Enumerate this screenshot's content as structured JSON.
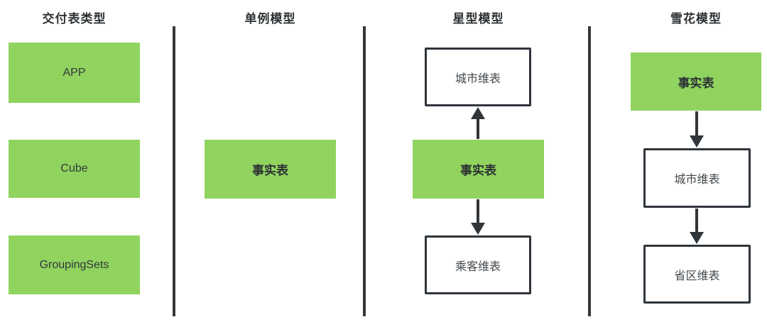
{
  "columns": [
    {
      "title": "交付表类型",
      "boxes": [
        {
          "label": "APP",
          "type": "green"
        },
        {
          "label": "Cube",
          "type": "green"
        },
        {
          "label": "GroupingSets",
          "type": "green"
        }
      ]
    },
    {
      "title": "单例模型",
      "boxes": [
        {
          "label": "事实表",
          "type": "green-bold"
        }
      ]
    },
    {
      "title": "星型模型",
      "boxes": [
        {
          "label": "城市维表",
          "type": "white"
        },
        {
          "label": "事实表",
          "type": "green-bold"
        },
        {
          "label": "乘客维表",
          "type": "white"
        }
      ],
      "arrows": [
        {
          "from": "事实表",
          "to": "城市维表",
          "direction": "up"
        },
        {
          "from": "事实表",
          "to": "乘客维表",
          "direction": "down"
        }
      ]
    },
    {
      "title": "雪花模型",
      "boxes": [
        {
          "label": "事实表",
          "type": "green-bold"
        },
        {
          "label": "城市维表",
          "type": "white"
        },
        {
          "label": "省区维表",
          "type": "white"
        }
      ],
      "arrows": [
        {
          "from": "事实表",
          "to": "城市维表",
          "direction": "down"
        },
        {
          "from": "城市维表",
          "to": "省区维表",
          "direction": "down"
        }
      ]
    }
  ],
  "colors": {
    "green_fill": "#90d35f",
    "box_border": "#2f353b",
    "arrow": "#303539",
    "divider": "#34383b",
    "title_text": "#2e3235",
    "box_text": "#42474b",
    "green_box_text": "#33383c"
  }
}
